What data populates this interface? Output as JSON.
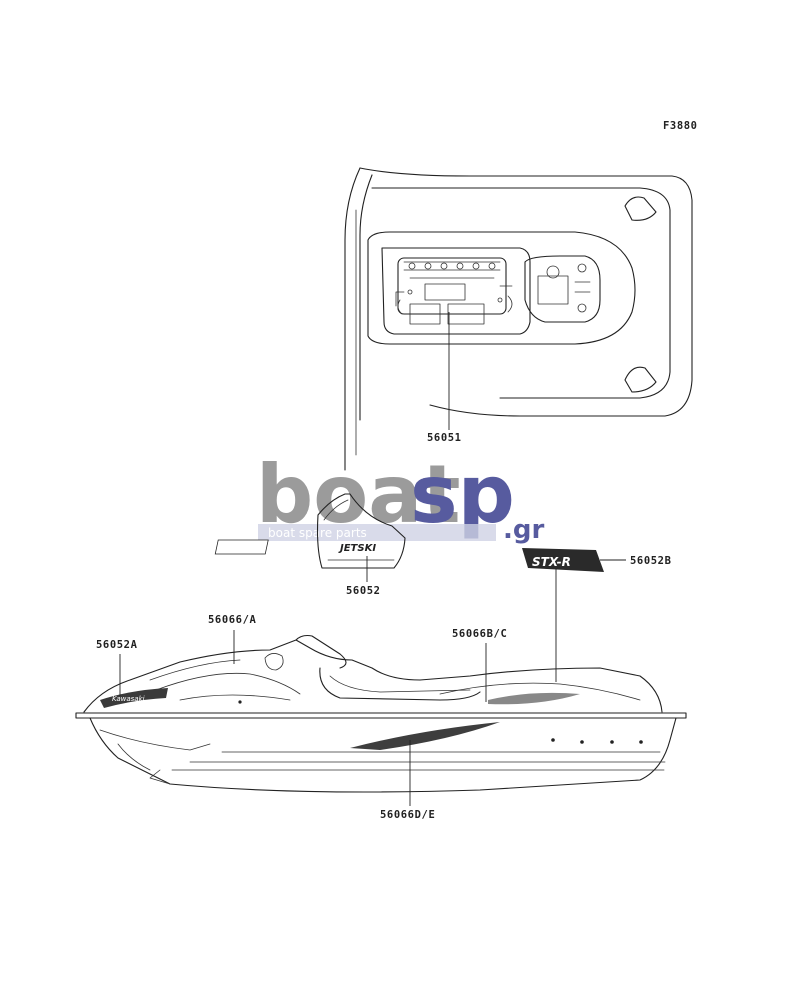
{
  "figure_code": "F3880",
  "callouts": {
    "c56051": "56051",
    "c56052": "56052",
    "c56052B": "56052B",
    "c56052A": "56052A",
    "c56066A": "56066/A",
    "c56066BC": "56066B/C",
    "c56066DE": "56066D/E"
  },
  "decals": {
    "side_tag": "JETSKI",
    "stxr_badge": "STX-R",
    "bow_brand": "Kawasaki"
  },
  "watermark": {
    "word_boat": "boat",
    "word_sp": "sp",
    "word_gr": ".gr",
    "tagline": "boat spare parts"
  },
  "colors": {
    "line": "#222222",
    "watermark_gray": "#8a8a8a",
    "watermark_blue": "#3a3f8f",
    "watermark_light": "#c7cbe0"
  }
}
